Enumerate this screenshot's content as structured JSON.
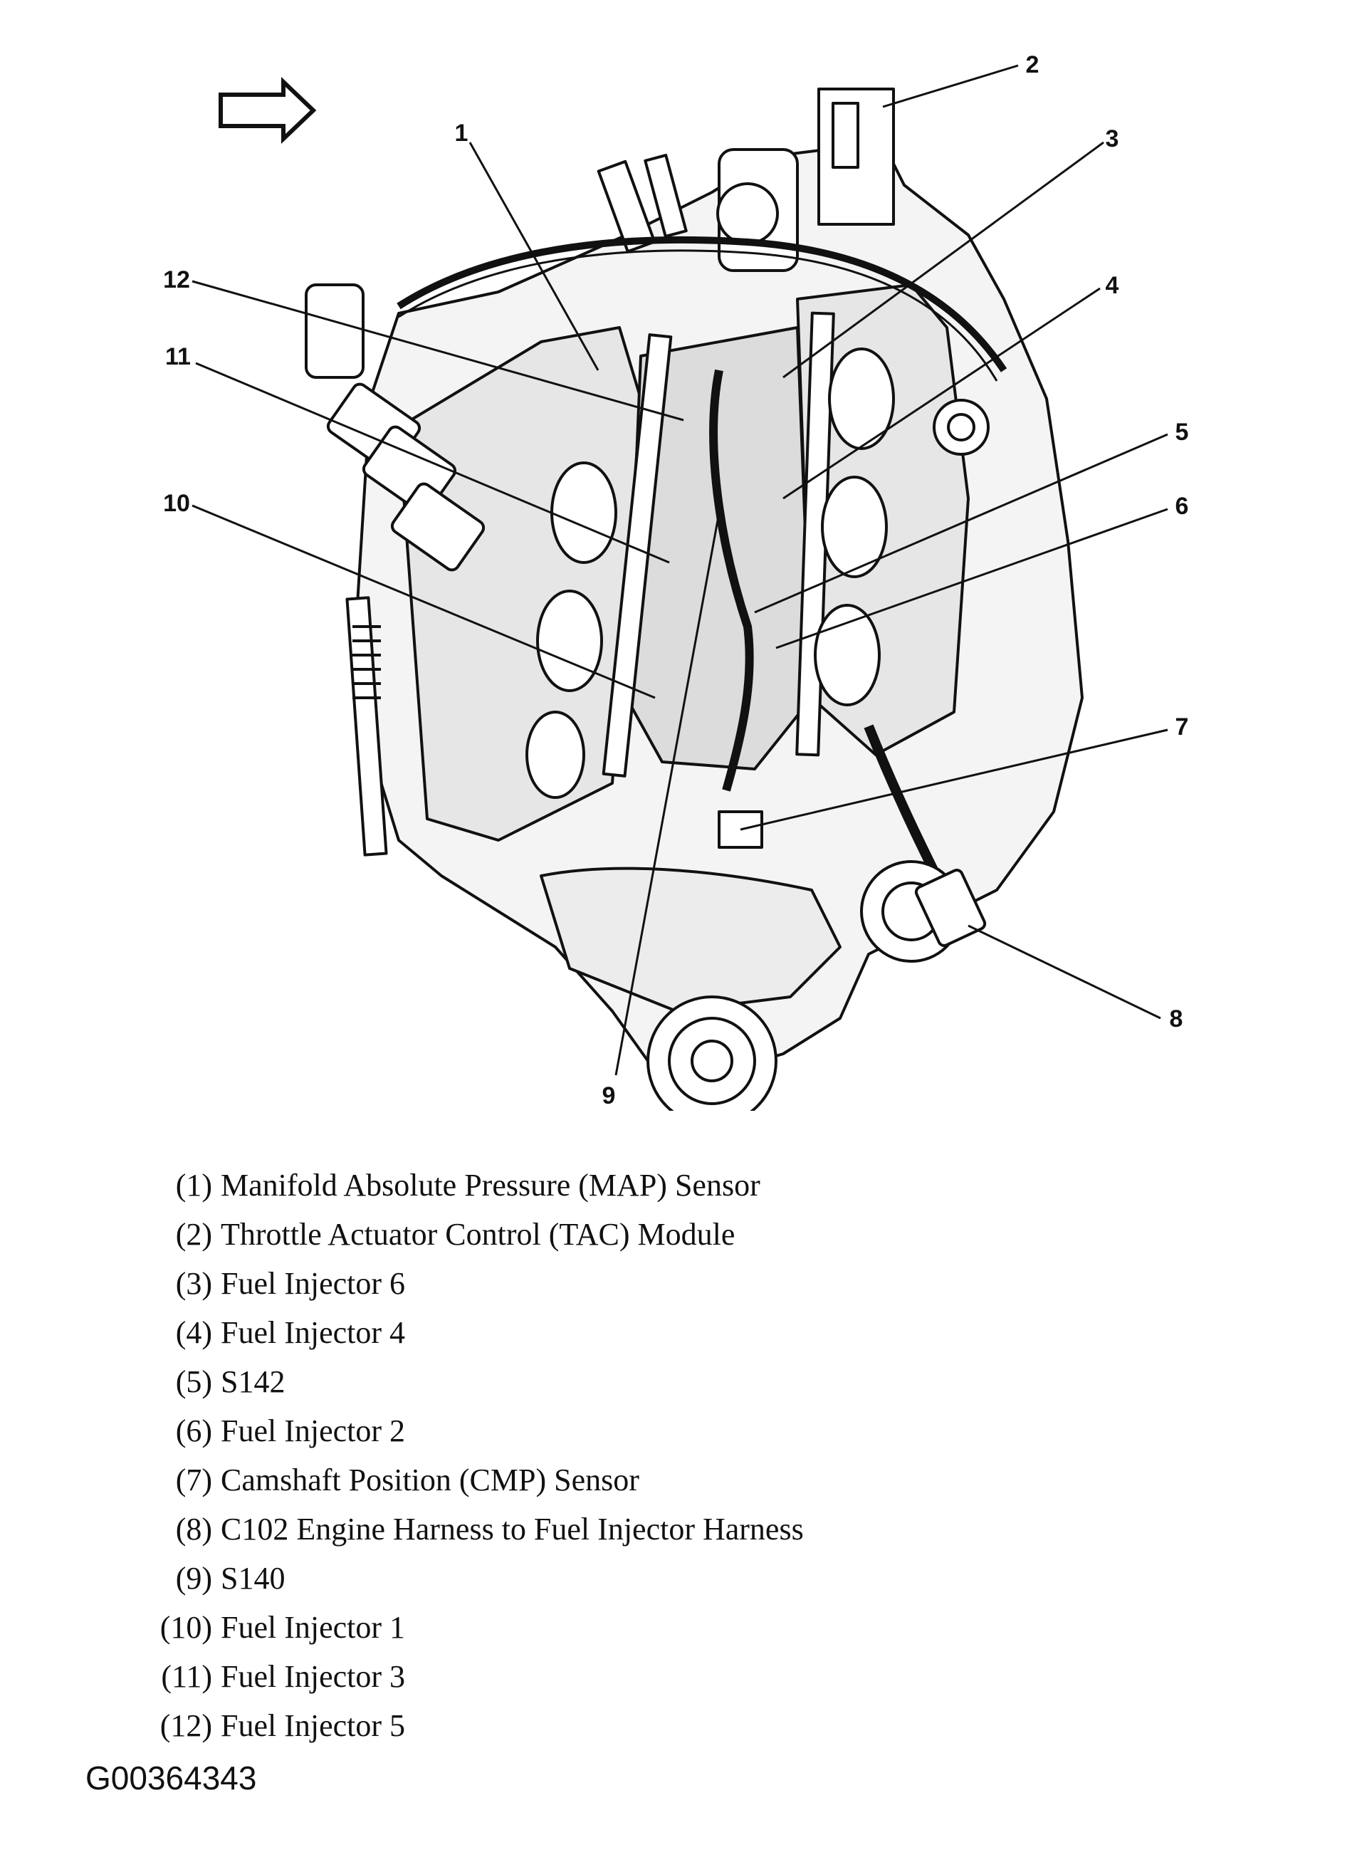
{
  "callouts": [
    {
      "num": "1",
      "label": "Manifold Absolute Pressure (MAP) Sensor"
    },
    {
      "num": "2",
      "label": "Throttle Actuator Control (TAC) Module"
    },
    {
      "num": "3",
      "label": "Fuel Injector 6"
    },
    {
      "num": "4",
      "label": "Fuel Injector 4"
    },
    {
      "num": "5",
      "label": "S142"
    },
    {
      "num": "6",
      "label": "Fuel Injector 2"
    },
    {
      "num": "7",
      "label": "Camshaft Position (CMP) Sensor"
    },
    {
      "num": "8",
      "label": "C102 Engine Harness to Fuel Injector Harness"
    },
    {
      "num": "9",
      "label": "S140"
    },
    {
      "num": "10",
      "label": "Fuel Injector 1"
    },
    {
      "num": "11",
      "label": "Fuel Injector 3"
    },
    {
      "num": "12",
      "label": "Fuel Injector 5"
    }
  ],
  "legend": [
    {
      "num": "(1)",
      "text": "Manifold Absolute Pressure (MAP) Sensor"
    },
    {
      "num": "(2)",
      "text": "Throttle Actuator Control (TAC) Module"
    },
    {
      "num": "(3)",
      "text": "Fuel Injector 6"
    },
    {
      "num": "(4)",
      "text": "Fuel Injector 4"
    },
    {
      "num": "(5)",
      "text": "S142"
    },
    {
      "num": "(6)",
      "text": "Fuel Injector 2"
    },
    {
      "num": "(7)",
      "text": "Camshaft Position (CMP) Sensor"
    },
    {
      "num": "(8)",
      "text": "C102 Engine Harness to Fuel Injector Harness"
    },
    {
      "num": "(9)",
      "text": "S140"
    },
    {
      "num": "(10)",
      "text": "Fuel Injector 1"
    },
    {
      "num": "(11)",
      "text": "Fuel Injector 3"
    },
    {
      "num": "(12)",
      "text": "Fuel Injector 5"
    }
  ],
  "figure_id": "G00364343",
  "icons": {
    "direction": "front-arrow-icon"
  }
}
